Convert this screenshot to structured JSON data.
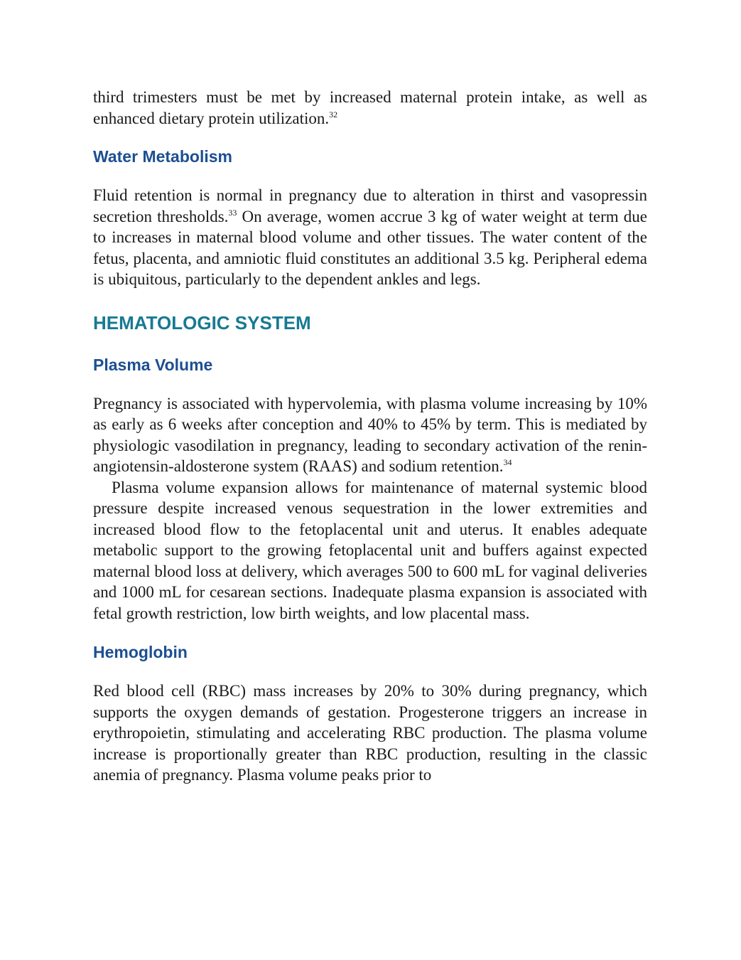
{
  "colors": {
    "heading_main": "#177a93",
    "heading_sub": "#1c4f92",
    "body_text": "#1a1a1a"
  },
  "blocks": {
    "p_intro": {
      "text": "third trimesters must be met by increased maternal protein intake, as well as enhanced dietary protein utilization.",
      "ref": "32"
    },
    "h_water": "Water Metabolism",
    "p_water": {
      "text1": "Fluid retention is normal in pregnancy due to alteration in thirst and vasopressin secretion thresholds.",
      "ref": "33",
      "text2": " On average, women accrue 3 kg of water weight at term due to increases in maternal blood volume and other tissues. The water content of the fetus, placenta, and amniotic fluid constitutes an additional 3.5 kg. Peripheral edema is ubiquitous, particularly to the dependent ankles and legs."
    },
    "h_hematologic": "HEMATOLOGIC SYSTEM",
    "h_plasma": "Plasma Volume",
    "p_plasma1": {
      "text": "Pregnancy is associated with hypervolemia, with plasma volume increasing by 10% as early as 6 weeks after conception and 40% to 45% by term. This is mediated by physiologic vasodilation in pregnancy, leading to secondary activation of the renin-angiotensin-aldosterone system (RAAS) and sodium retention.",
      "ref": "34"
    },
    "p_plasma2": "Plasma volume expansion allows for maintenance of maternal systemic blood pressure despite increased venous sequestration in the lower extremities and increased blood flow to the fetoplacental unit and uterus. It enables adequate metabolic support to the growing fetoplacental unit and buffers against expected maternal blood loss at delivery, which averages 500 to 600 mL for vaginal deliveries and 1000 mL for cesarean sections. Inadequate plasma expansion is associated with fetal growth restriction, low birth weights, and low placental mass.",
    "h_hemoglobin": "Hemoglobin",
    "p_hemoglobin": "Red blood cell (RBC) mass increases by 20% to 30% during pregnancy, which supports the oxygen demands of gestation. Progesterone triggers an increase in erythropoietin, stimulating and accelerating RBC production. The plasma volume increase is proportionally greater than RBC production, resulting in the classic anemia of pregnancy. Plasma volume peaks prior to"
  }
}
